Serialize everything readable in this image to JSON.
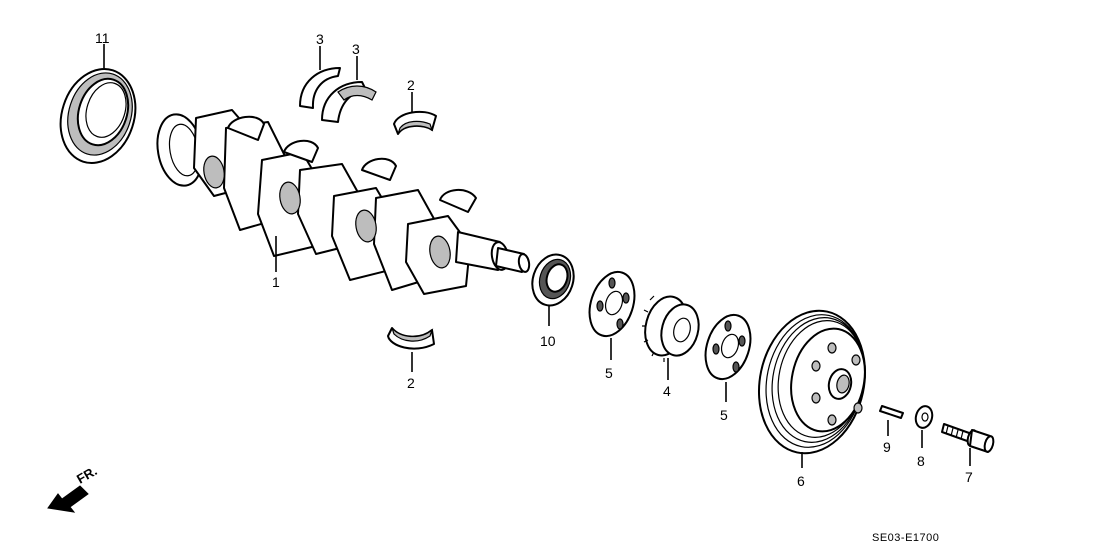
{
  "labels": {
    "crankshaft": "1",
    "bearing_upper": "2",
    "bearing_lower": "2",
    "thrust_washer_a": "3",
    "thrust_washer_b": "3",
    "timing_pulley": "4",
    "guide_plate_a": "5",
    "guide_plate_b": "5",
    "pulley": "6",
    "bolt": "7",
    "washer": "8",
    "key": "9",
    "front_oil_seal": "10",
    "rear_oil_seal": "11"
  },
  "front_indicator": "FR.",
  "diagram_code": "SE03-E1700"
}
